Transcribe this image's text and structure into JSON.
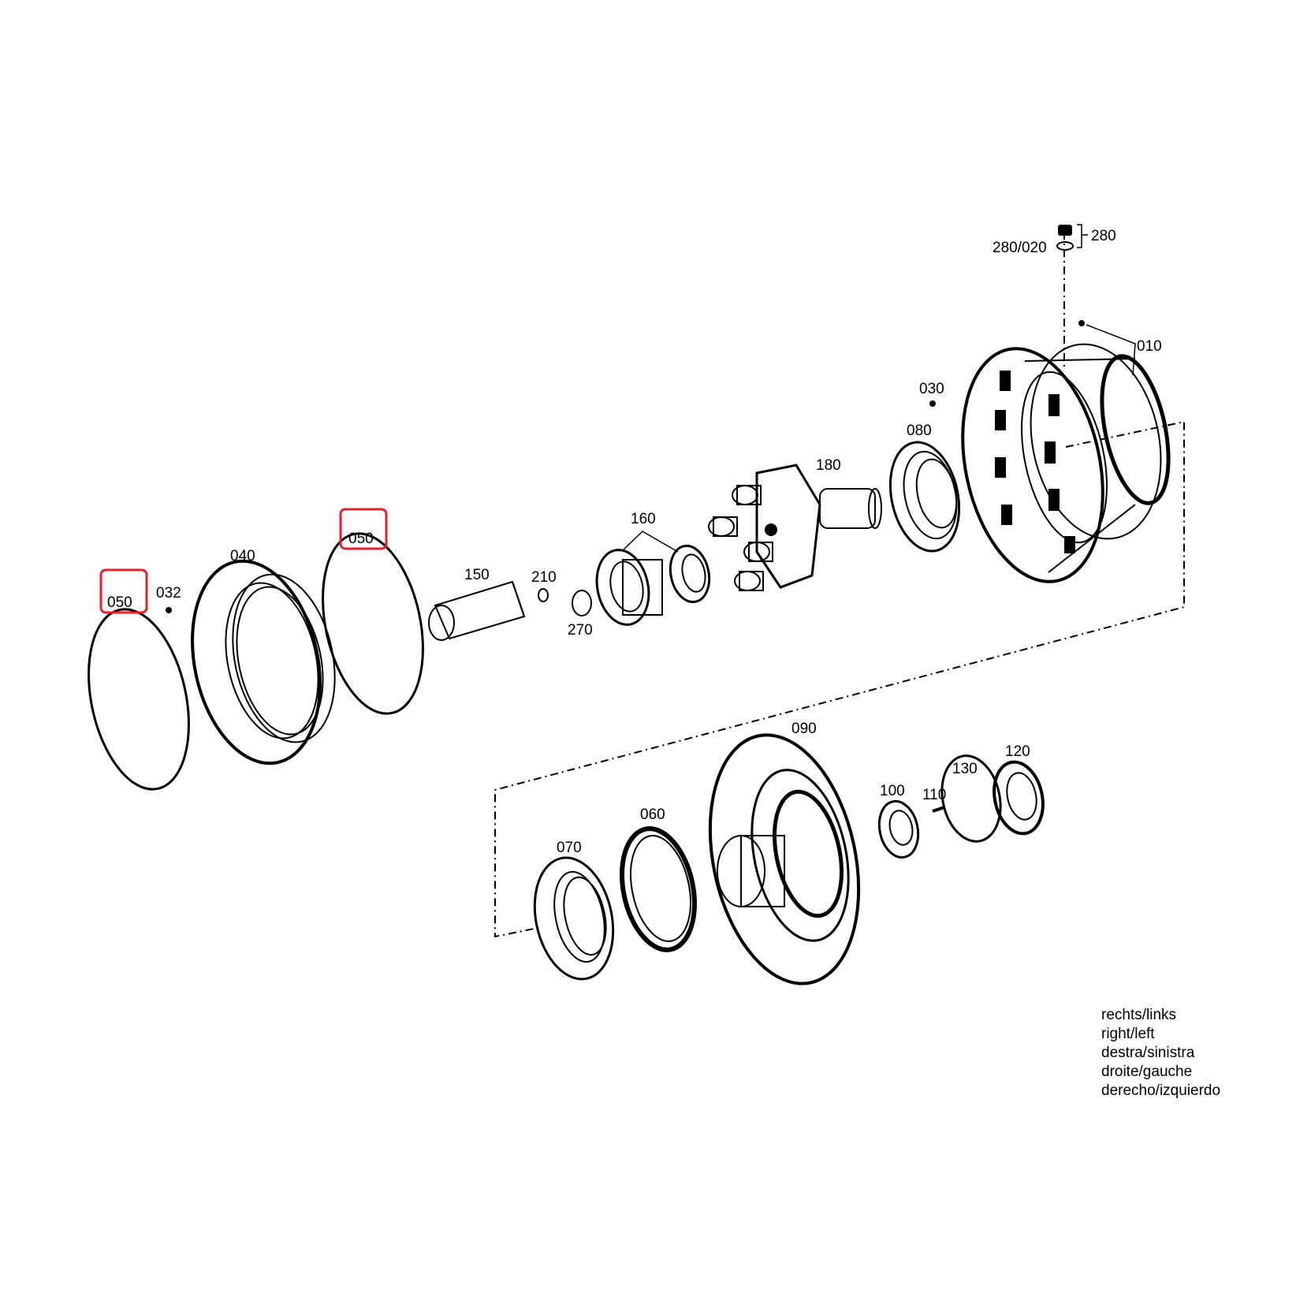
{
  "labels": {
    "p280": "280",
    "p280_020": "280/020",
    "p010": "010",
    "p030": "030",
    "p080": "080",
    "p180": "180",
    "p160": "160",
    "p150": "150",
    "p210": "210",
    "p270": "270",
    "p050_a": "050",
    "p050_b": "050",
    "p040": "040",
    "p032": "032",
    "p090": "090",
    "p070": "070",
    "p060": "060",
    "p100": "100",
    "p110": "110",
    "p130": "130",
    "p120": "120"
  },
  "note": [
    "rechts/links",
    "right/left",
    "destra/sinistra",
    "droite/gauche",
    "derecho/izquierdo"
  ],
  "highlight_color": "#e0202a"
}
